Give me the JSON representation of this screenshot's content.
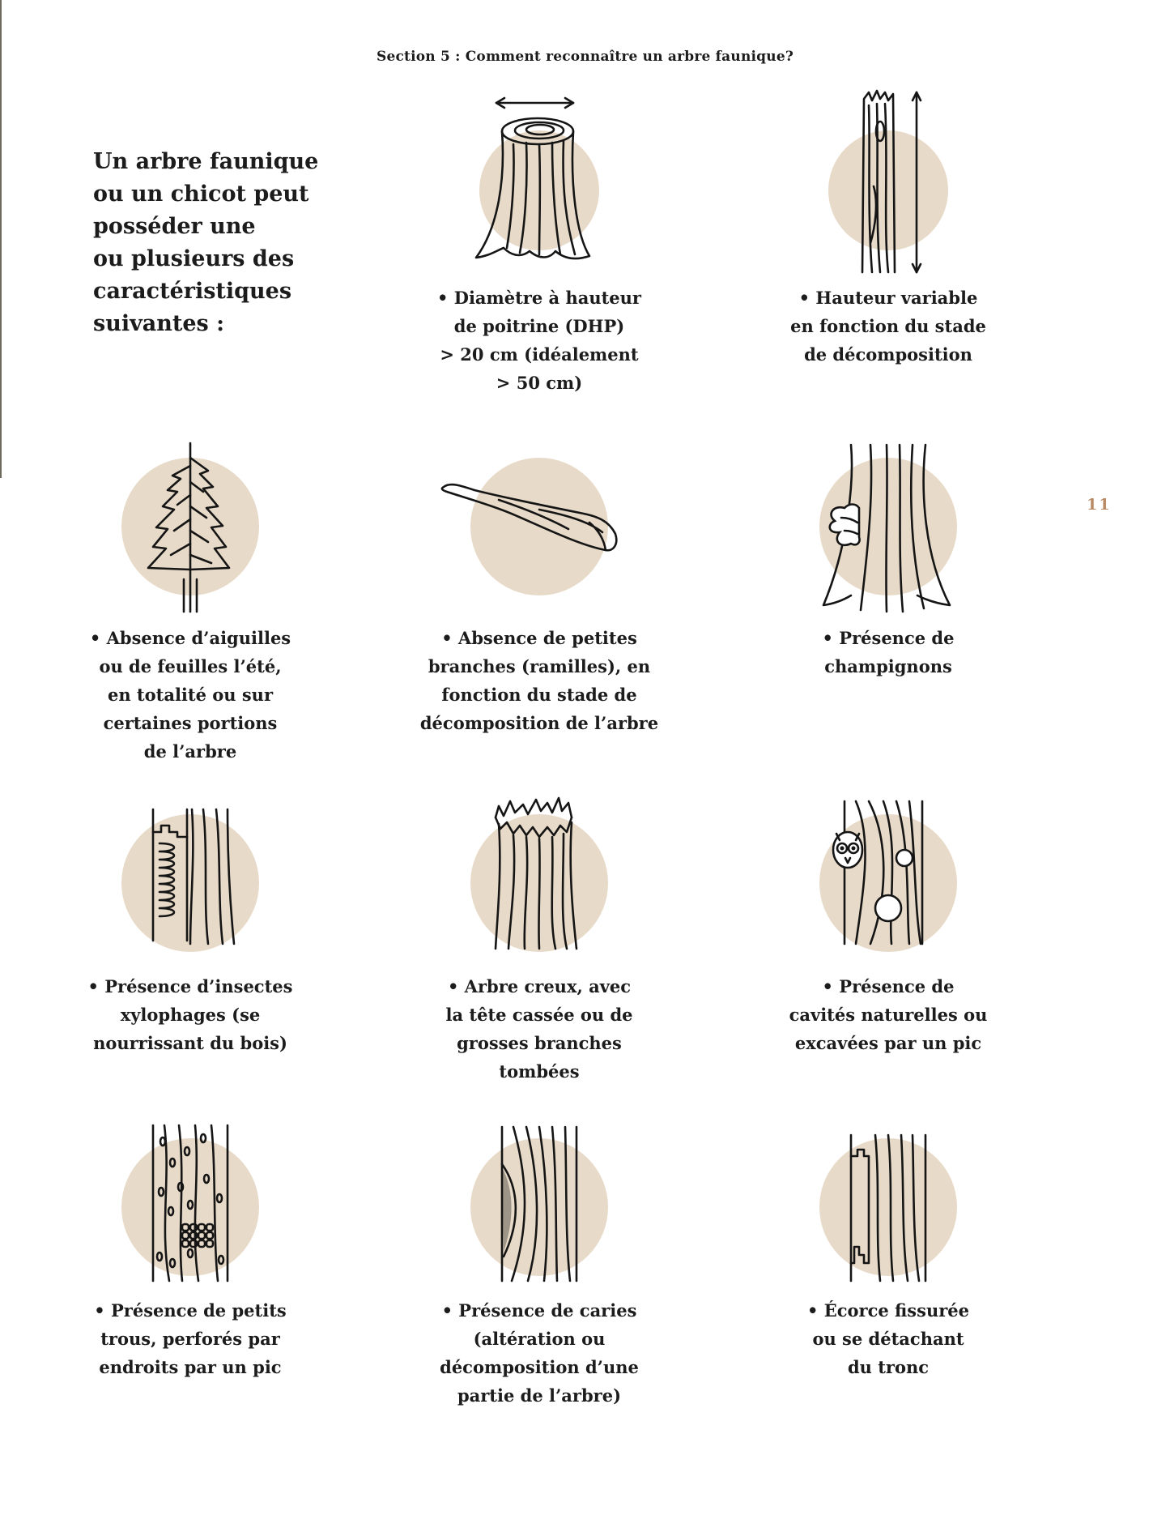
{
  "header": "Section 5 : Comment reconnaître un arbre faunique?",
  "page_number": "11",
  "intro": "Un arbre faunique\nou un chicot peut\nposséder une\nou plusieurs des\ncaractéristiques\nsuivantes :",
  "colors": {
    "disc": "#e8dac8",
    "ink": "#151515",
    "page_number": "#b98a63"
  },
  "items": [
    {
      "icon": "stump-diameter-icon",
      "caption": "• Diamètre à hauteur\nde poitrine (DHP)\n> 20 cm (idéalement\n> 50 cm)"
    },
    {
      "icon": "snag-height-icon",
      "caption": "• Hauteur variable\nen fonction du stade\nde décomposition"
    },
    {
      "icon": "conifer-tree-icon",
      "caption": "• Absence d’aiguilles\nou de feuilles l’été,\nen totalité ou sur\ncertaines portions\nde l’arbre"
    },
    {
      "icon": "bare-branch-icon",
      "caption": "• Absence de petites\nbranches (ramilles), en\nfonction du stade de\ndécomposition de l’arbre"
    },
    {
      "icon": "mushroom-trunk-icon",
      "caption": "• Présence de\nchampignons"
    },
    {
      "icon": "insect-galleries-icon",
      "caption": "• Présence d’insectes\nxylophages (se\nnourrissant du bois)"
    },
    {
      "icon": "broken-top-icon",
      "caption": "• Arbre creux, avec\nla tête cassée ou de\ngrosses branches\ntombées"
    },
    {
      "icon": "owl-cavity-icon",
      "caption": "• Présence de\ncavités naturelles ou\nexcavées par un pic"
    },
    {
      "icon": "woodpecker-holes-icon",
      "caption": "• Présence de petits\ntrous, perforés par\nendroits par un pic"
    },
    {
      "icon": "wood-decay-icon",
      "caption": "• Présence de caries\n(altération ou\ndécomposition d’une\npartie de l’arbre)"
    },
    {
      "icon": "peeling-bark-icon",
      "caption": "• Écorce fissurée\nou se  détachant\ndu tronc"
    }
  ]
}
